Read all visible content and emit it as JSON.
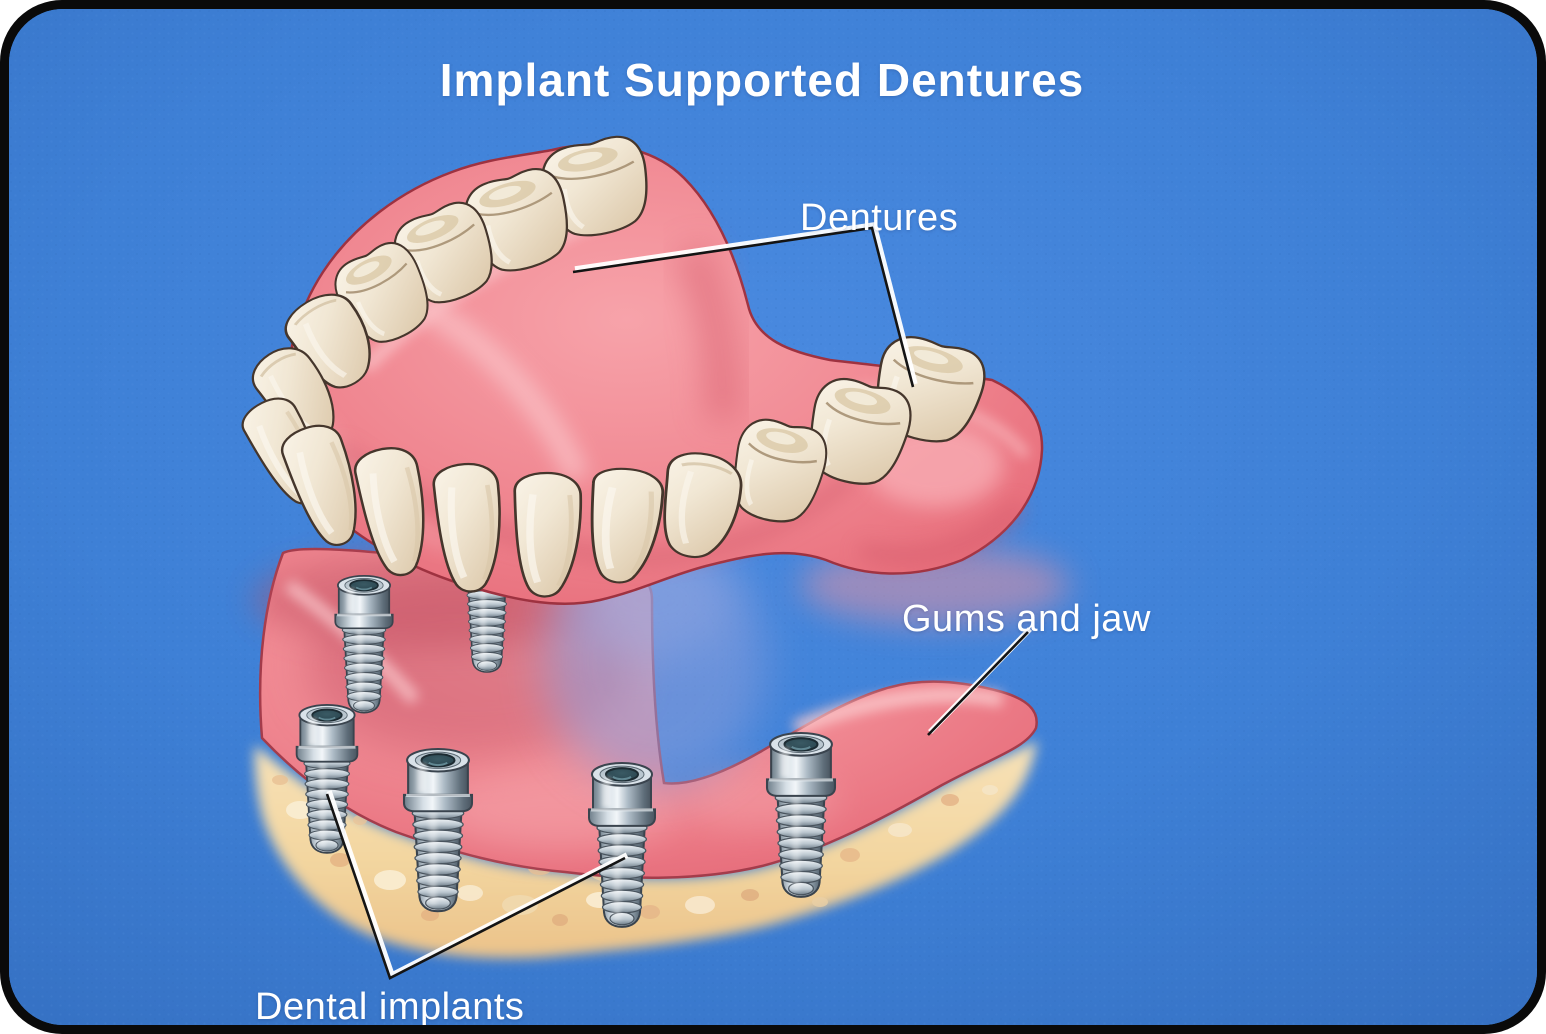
{
  "title": "Implant Supported Dentures",
  "labels": {
    "dentures": "Dentures",
    "gums_and_jaw": "Gums and jaw",
    "dental_implants": "Dental implants"
  },
  "figure": {
    "type": "medical-illustration",
    "subject": "Implant supported denture floating above a lower jaw with screw-type dental implants",
    "implants_visible": 6,
    "labeled_parts": [
      "Dentures",
      "Gums and jaw",
      "Dental implants"
    ]
  },
  "colors": {
    "background": "#3E80D6",
    "frame_border": "#0A0A0A",
    "label_text": "#FFFFFF",
    "gum_pink": "#F0838E",
    "gum_shadow": "#D65C6C",
    "tooth_cream": "#F2E9D8",
    "bone_tan": "#F4DCAB",
    "implant_metal": "#9FAFBB",
    "leader_line": "#141414"
  }
}
